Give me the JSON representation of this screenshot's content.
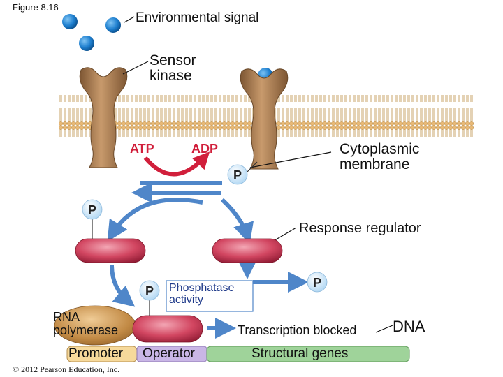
{
  "labels": {
    "figure": "Figure 8.16",
    "environmental_signal": "Environmental signal",
    "sensor_kinase": [
      "Sensor",
      "kinase"
    ],
    "atp": "ATP",
    "adp": "ADP",
    "cytoplasmic_membrane": [
      "Cytoplasmic",
      "membrane"
    ],
    "response_regulator": "Response regulator",
    "phosphatase_activity": [
      "Phosphatase",
      "activity"
    ],
    "rna_polymerase": [
      "RNA",
      "polymerase"
    ],
    "transcription_blocked": "Transcription blocked",
    "dna": "DNA",
    "promoter": "Promoter",
    "operator": "Operator",
    "structural_genes": "Structural genes",
    "phosphate": "P",
    "copyright": "© 2012 Pearson Education, Inc."
  },
  "colors": {
    "membrane": "#e8c98a",
    "kinase": "#a57b52",
    "signal_molecule": "#1e7fcf",
    "phosphate_disk": "#cfe6f7",
    "arrow_blue": "#4f86c9",
    "arrow_red": "#d11f3b",
    "regulator": "#c9354f",
    "rna_polymerase": "#b8803c",
    "promoter_segment": "#f6d99b",
    "operator_segment": "#c9b6e6",
    "structural_segment": "#9fd39a",
    "phosphatase_box_border": "#4f86c9"
  }
}
